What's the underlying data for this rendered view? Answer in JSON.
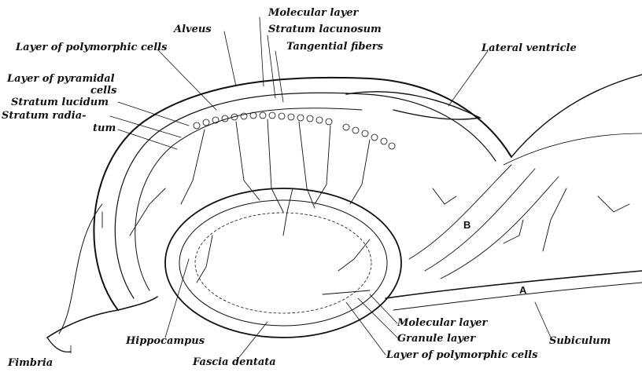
{
  "labels": {
    "molecular_layer_top": "Molecular layer",
    "stratum_lacunosum": "Stratum lacunosum",
    "tangential_fibers": "Tangential fibers",
    "alveus": "Alveus",
    "layer_polymorphic_top": "Layer of polymorphic cells",
    "lateral_ventricle": "Lateral ventricle",
    "layer_pyramidal_1": "Layer of pyramidal",
    "layer_pyramidal_2": "cells",
    "stratum_lucidum": "Stratum lucidum",
    "stratum_radiatum_1": "Stratum radia-",
    "stratum_radiatum_2": "tum",
    "molecular_layer_bottom": "Molecular layer",
    "granule_layer": "Granule layer",
    "layer_polymorphic_bottom": "Layer of polymorphic cells",
    "hippocampus": "Hippocampus",
    "fascia_dentata": "Fascia dentata",
    "fimbria": "Fimbria",
    "subiculum": "Subiculum"
  },
  "markers": {
    "a": "A",
    "b": "B"
  },
  "colors": {
    "ink": "#111111",
    "paper": "#ffffff"
  }
}
